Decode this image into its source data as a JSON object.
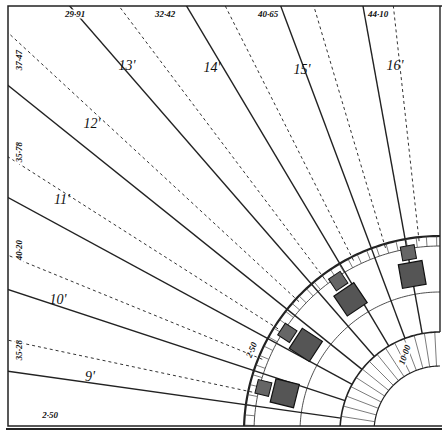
{
  "diagram": {
    "labels": [
      "29·91",
      "32·42",
      "40·65",
      "44·10",
      "37·47",
      "35·78",
      "40·20",
      "35·28",
      "13'",
      "14'",
      "15'",
      "16'",
      "12'",
      "11'",
      "10'",
      "9'",
      "2·50",
      "2·50",
      "10·00"
    ]
  }
}
